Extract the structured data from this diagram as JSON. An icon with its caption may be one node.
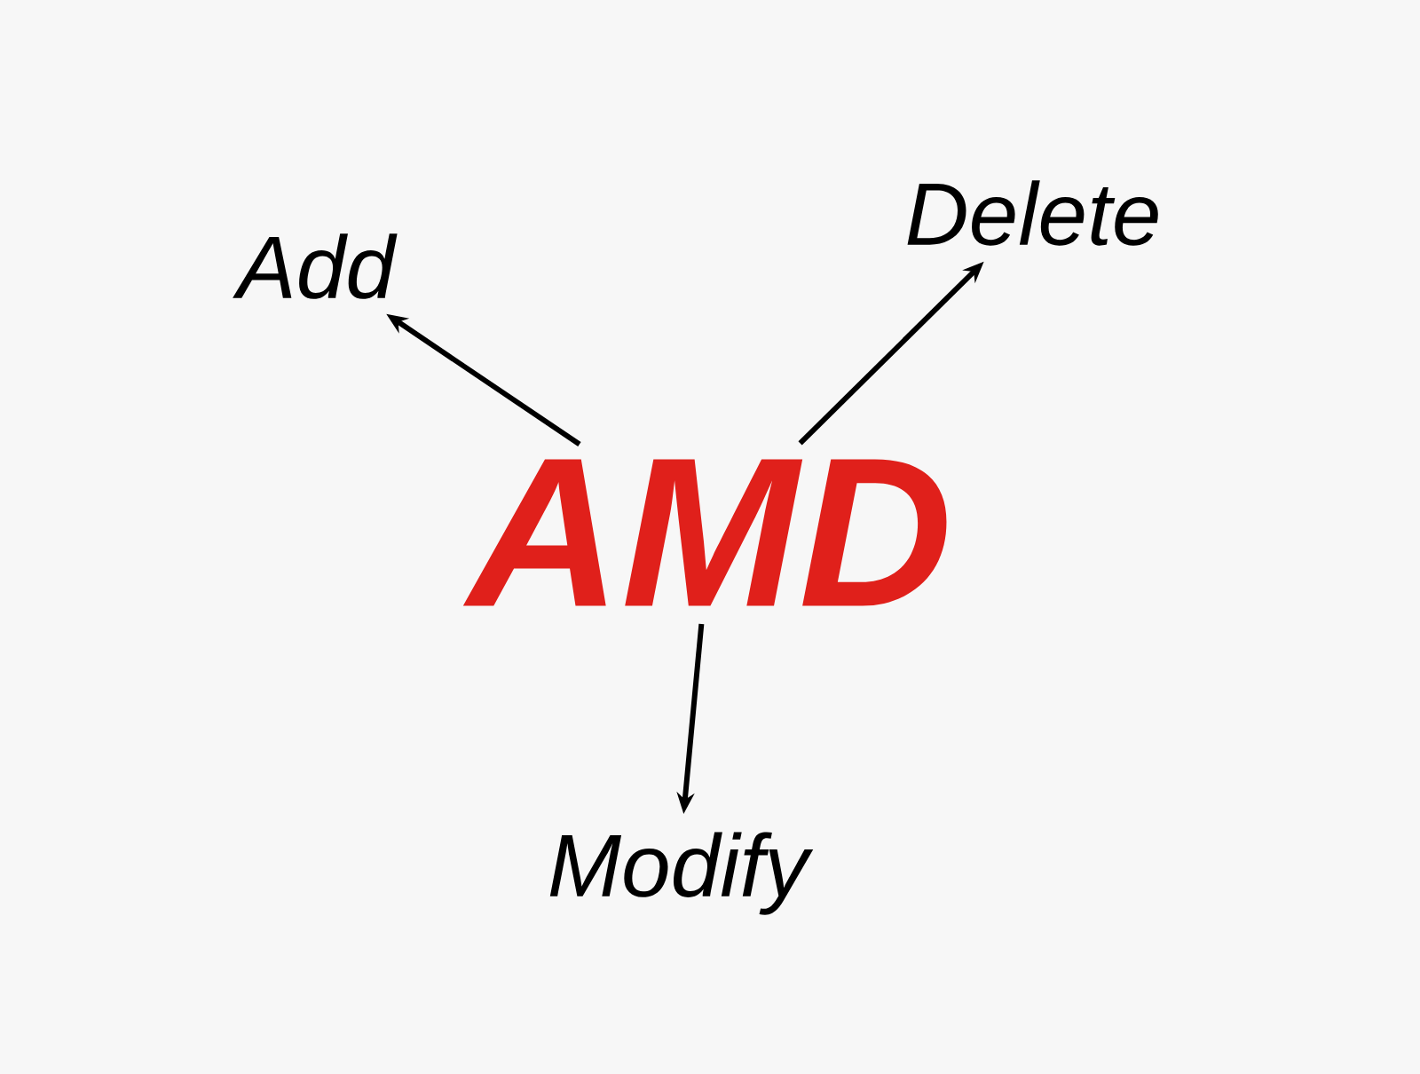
{
  "diagram": {
    "nodes": [
      {
        "text": [
          "AMD"
        ]
      },
      {
        "text": [
          "Add"
        ]
      },
      {
        "text": [
          "Delete"
        ]
      },
      {
        "text": [
          "Modify"
        ]
      }
    ],
    "edges": [
      {
        "from": 0,
        "to": 1,
        "arrow": "to"
      },
      {
        "from": 0,
        "to": 2,
        "arrow": "to"
      },
      {
        "from": 0,
        "to": 3,
        "arrow": "to"
      }
    ]
  }
}
